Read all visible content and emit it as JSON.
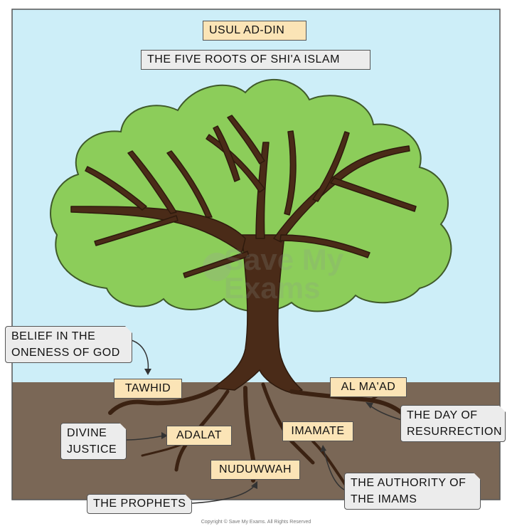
{
  "title": "USUL AD-DIN",
  "subtitle": "THE FIVE ROOTS OF SHI'A ISLAM",
  "roots": {
    "tawhid": "TAWHID",
    "adalat": "ADALAT",
    "nuduwwah": "NUDUWWAH",
    "imamate": "IMAMATE",
    "al_maad": "AL MA'AD"
  },
  "notes": {
    "tawhid_line1": "BELIEF IN THE",
    "tawhid_line2": "ONENESS OF GOD",
    "adalat_line1": "DIVINE",
    "adalat_line2": "JUSTICE",
    "nuduwwah": "THE PROPHETS",
    "imamate_line1": "THE AUTHORITY OF",
    "imamate_line2": "THE IMAMS",
    "almaad_line1": "THE DAY OF",
    "almaad_line2": "RESURRECTION"
  },
  "watermark": {
    "line1": "Save My",
    "line2": "Exams"
  },
  "footer": "Copyright © Save My Exams. All Rights Reserved",
  "colors": {
    "sky": "#cdeef8",
    "ground": "#7a6756",
    "foliage": "#8ccd5a",
    "trunk": "#4a2b18",
    "root_label_bg": "#fbe4b6",
    "note_bg": "#ececec"
  }
}
